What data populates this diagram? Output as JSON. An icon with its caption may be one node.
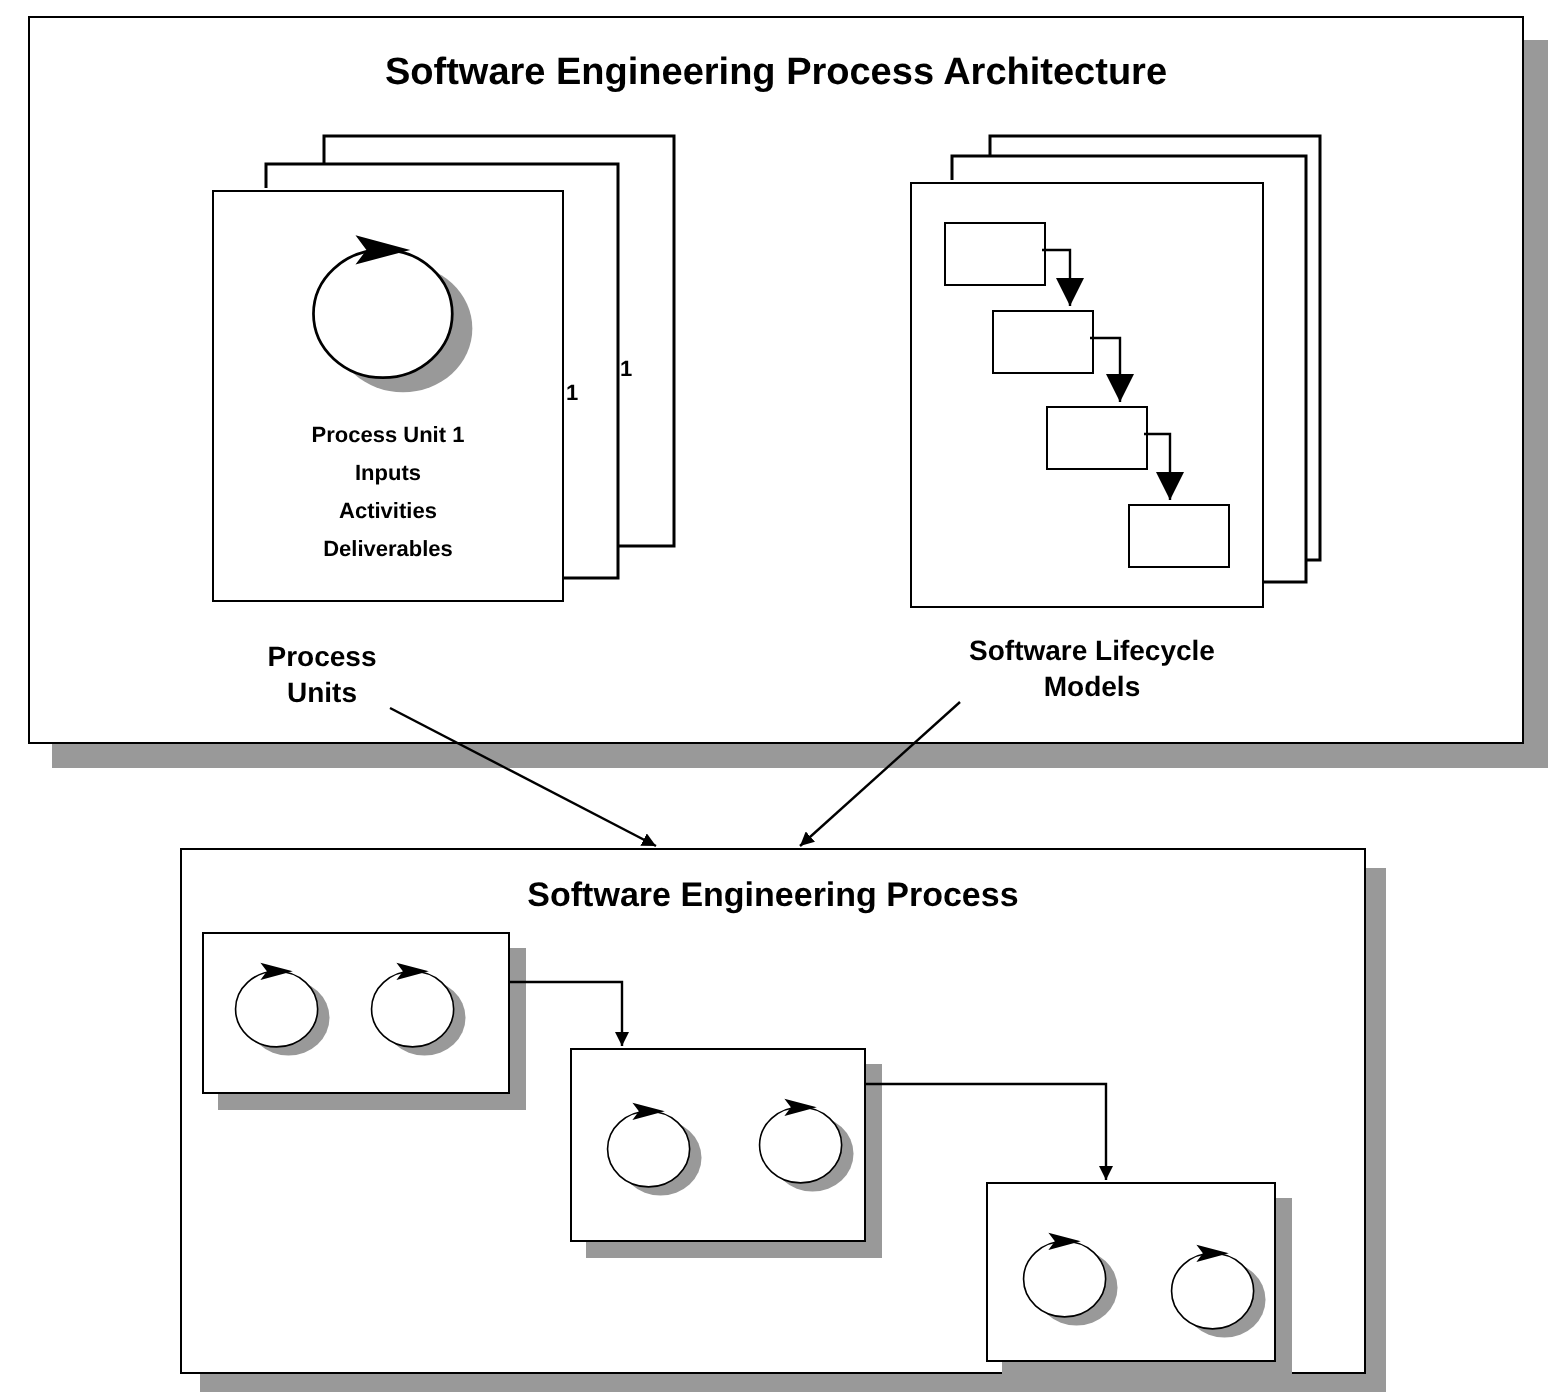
{
  "diagram": {
    "nodes": [
      {
        "text": [
          "Software Engineering Process Architecture"
        ]
      },
      {
        "text": [
          "Process Unit 1",
          "Inputs",
          "Activities",
          "Deliverables"
        ],
        "in": 0
      },
      {
        "text": [],
        "shape": "box",
        "in": 0
      },
      {
        "text": [],
        "shape": "box",
        "in": 2
      },
      {
        "text": [],
        "shape": "box",
        "in": 2
      },
      {
        "text": [],
        "shape": "box",
        "in": 2
      },
      {
        "text": [],
        "shape": "box",
        "in": 2
      },
      {
        "text": [
          "Process Units"
        ],
        "in": 0
      },
      {
        "text": [
          "Software Lifecycle Models"
        ],
        "in": 0
      },
      {
        "text": [
          "Software Engineering Process"
        ]
      },
      {
        "text": [],
        "shape": "box",
        "in": 9
      },
      {
        "text": [],
        "shape": "box",
        "in": 9
      },
      {
        "text": [],
        "shape": "box",
        "in": 9
      }
    ],
    "edges": [
      {
        "from": 3,
        "to": 4,
        "arrow": "to"
      },
      {
        "from": 4,
        "to": 5,
        "arrow": "to"
      },
      {
        "from": 5,
        "to": 6,
        "arrow": "to"
      },
      {
        "from": 7,
        "to": 9,
        "arrow": "to"
      },
      {
        "from": 8,
        "to": 9,
        "arrow": "to"
      },
      {
        "from": 10,
        "to": 11,
        "arrow": "to"
      },
      {
        "from": 11,
        "to": 12,
        "arrow": "to"
      }
    ],
    "labels": [
      "1",
      "1"
    ]
  }
}
